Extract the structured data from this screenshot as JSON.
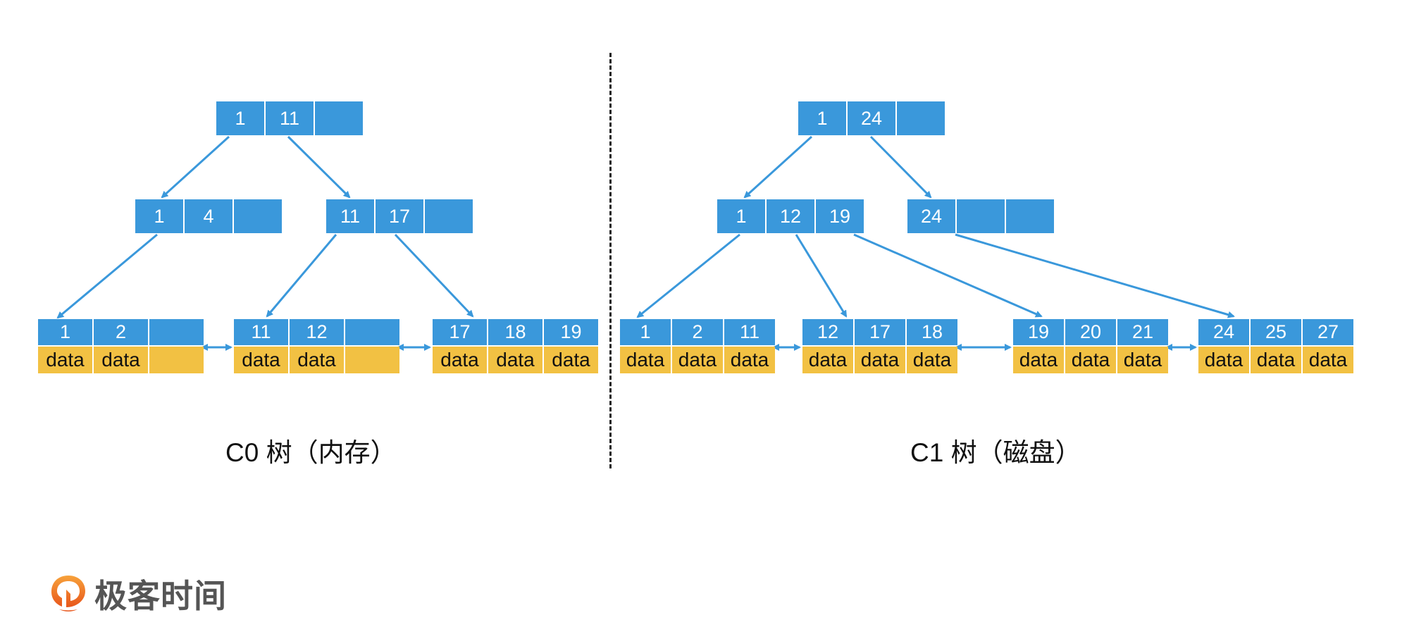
{
  "colors": {
    "key_cell": "#3A98DB",
    "data_cell": "#F2C143",
    "arrow": "#3A98DB",
    "logo_orange": "#F07A1E",
    "logo_text": "#555555"
  },
  "trees": [
    {
      "id": "c0",
      "caption": "C0 树（内存）",
      "internal_nodes": [
        {
          "id": "c0-root",
          "keys": [
            "1",
            "11",
            ""
          ]
        },
        {
          "id": "c0-l2-a",
          "keys": [
            "1",
            "4",
            ""
          ]
        },
        {
          "id": "c0-l2-b",
          "keys": [
            "11",
            "17",
            ""
          ]
        }
      ],
      "leaves": [
        {
          "id": "c0-leaf-1",
          "keys": [
            "1",
            "2",
            ""
          ],
          "data": [
            "data",
            "data",
            ""
          ]
        },
        {
          "id": "c0-leaf-2",
          "keys": [
            "11",
            "12",
            ""
          ],
          "data": [
            "data",
            "data",
            ""
          ]
        },
        {
          "id": "c0-leaf-3",
          "keys": [
            "17",
            "18",
            "19"
          ],
          "data": [
            "data",
            "data",
            "data"
          ]
        }
      ],
      "edges": [
        {
          "from": "c0-root",
          "from_key": "1",
          "to": "c0-l2-a"
        },
        {
          "from": "c0-root",
          "from_key": "11",
          "to": "c0-l2-b"
        },
        {
          "from": "c0-l2-a",
          "from_key": "1",
          "to": "c0-leaf-1"
        },
        {
          "from": "c0-l2-b",
          "from_key": "11",
          "to": "c0-leaf-2"
        },
        {
          "from": "c0-l2-b",
          "from_key": "17",
          "to": "c0-leaf-3"
        }
      ],
      "sibling_links": [
        [
          "c0-leaf-1",
          "c0-leaf-2"
        ],
        [
          "c0-leaf-2",
          "c0-leaf-3"
        ]
      ]
    },
    {
      "id": "c1",
      "caption": "C1 树（磁盘）",
      "internal_nodes": [
        {
          "id": "c1-root",
          "keys": [
            "1",
            "24",
            ""
          ]
        },
        {
          "id": "c1-l2-a",
          "keys": [
            "1",
            "12",
            "19"
          ]
        },
        {
          "id": "c1-l2-b",
          "keys": [
            "24",
            "",
            ""
          ]
        }
      ],
      "leaves": [
        {
          "id": "c1-leaf-1",
          "keys": [
            "1",
            "2",
            "11"
          ],
          "data": [
            "data",
            "data",
            "data"
          ]
        },
        {
          "id": "c1-leaf-2",
          "keys": [
            "12",
            "17",
            "18"
          ],
          "data": [
            "data",
            "data",
            "data"
          ]
        },
        {
          "id": "c1-leaf-3",
          "keys": [
            "19",
            "20",
            "21"
          ],
          "data": [
            "data",
            "data",
            "data"
          ]
        },
        {
          "id": "c1-leaf-4",
          "keys": [
            "24",
            "25",
            "27"
          ],
          "data": [
            "data",
            "data",
            "data"
          ]
        }
      ],
      "edges": [
        {
          "from": "c1-root",
          "from_key": "1",
          "to": "c1-l2-a"
        },
        {
          "from": "c1-root",
          "from_key": "24",
          "to": "c1-l2-b"
        },
        {
          "from": "c1-l2-a",
          "from_key": "1",
          "to": "c1-leaf-1"
        },
        {
          "from": "c1-l2-a",
          "from_key": "12",
          "to": "c1-leaf-2"
        },
        {
          "from": "c1-l2-a",
          "from_key": "19",
          "to": "c1-leaf-3"
        },
        {
          "from": "c1-l2-b",
          "from_key": "24",
          "to": "c1-leaf-4"
        }
      ],
      "sibling_links": [
        [
          "c1-leaf-1",
          "c1-leaf-2"
        ],
        [
          "c1-leaf-2",
          "c1-leaf-3"
        ],
        [
          "c1-leaf-3",
          "c1-leaf-4"
        ]
      ]
    }
  ],
  "logo": {
    "icon": "geektime-logo-icon",
    "text": "极客时间"
  }
}
